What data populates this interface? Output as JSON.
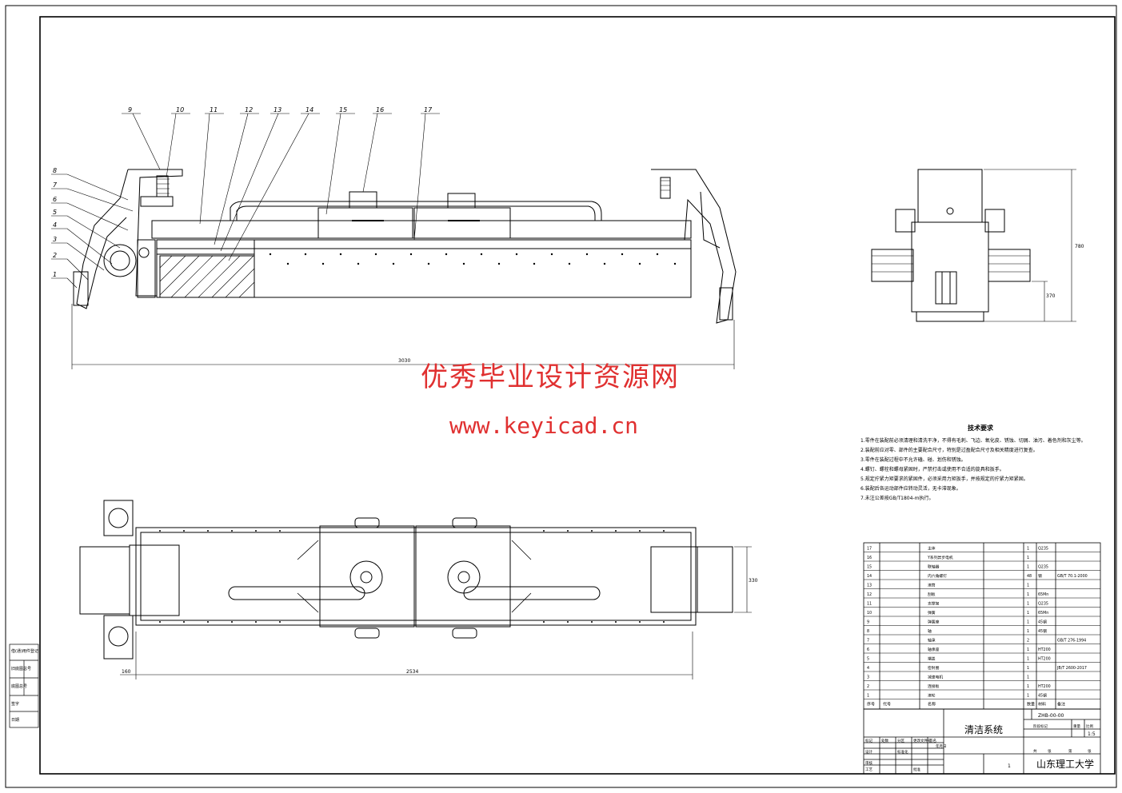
{
  "watermark": {
    "title": "优秀毕业设计资源网",
    "url": "www.keyicad.cn"
  },
  "tech_requirements": {
    "title": "技术要求",
    "lines": [
      "1.零件在装配前必须清理和清洗干净，不得有毛刺、飞边、氧化皮、锈蚀、切屑、油污、着色剂和灰尘等。",
      "2.装配前应对零、部件的主要配合尺寸，特别是过盈配合尺寸及相关精度进行复查。",
      "3.零件在装配过程中不允许磕、碰、划伤和锈蚀。",
      "4.螺钉、螺栓和螺母紧固时，严禁打击或使用不合适的旋具和扳手。",
      "5.规定拧紧力矩要求的紧固件，必须采用力矩扳手，并按规定的拧紧力矩紧固。",
      "6.装配后各运动部件应转动灵活，无卡滞现象。",
      "7.未注公差按GB/T1804-m执行。"
    ]
  },
  "balloons": [
    "9",
    "10",
    "11",
    "12",
    "13",
    "14",
    "15",
    "16",
    "17"
  ],
  "balloons_left": [
    "8",
    "7",
    "6",
    "5",
    "4",
    "3",
    "2",
    "1"
  ],
  "dimensions": {
    "overall_width_top": "3030",
    "overall_width_bottom": "2534",
    "left_offset_bottom": "160",
    "height_right": "780",
    "right_sub": "370",
    "plan_right": "330"
  },
  "bom": {
    "rows": [
      {
        "no": "17",
        "name": "主体",
        "code": "",
        "qty": "1",
        "mat": "Q235",
        "note": ""
      },
      {
        "no": "16",
        "name": "Y系列异步电机",
        "code": "",
        "qty": "1",
        "mat": "",
        "note": ""
      },
      {
        "no": "15",
        "name": "联轴器",
        "code": "",
        "qty": "1",
        "mat": "Q235",
        "note": ""
      },
      {
        "no": "14",
        "name": "内六角螺钉",
        "code": "",
        "qty": "48",
        "mat": "钢",
        "note": "GB/T 70.1-2000"
      },
      {
        "no": "13",
        "name": "滚筒",
        "code": "",
        "qty": "1",
        "mat": "",
        "note": ""
      },
      {
        "no": "12",
        "name": "刮板",
        "code": "",
        "qty": "1",
        "mat": "65Mn",
        "note": ""
      },
      {
        "no": "11",
        "name": "支撑架",
        "code": "",
        "qty": "1",
        "mat": "Q235",
        "note": ""
      },
      {
        "no": "10",
        "name": "弹簧",
        "code": "",
        "qty": "1",
        "mat": "65Mn",
        "note": ""
      },
      {
        "no": "9",
        "name": "弹簧座",
        "code": "",
        "qty": "1",
        "mat": "45钢",
        "note": ""
      },
      {
        "no": "8",
        "name": "轴",
        "code": "",
        "qty": "1",
        "mat": "45钢",
        "note": ""
      },
      {
        "no": "7",
        "name": "轴承",
        "code": "",
        "qty": "2",
        "mat": "",
        "note": "GB/T 276-1994"
      },
      {
        "no": "6",
        "name": "轴承座",
        "code": "",
        "qty": "1",
        "mat": "HT200",
        "note": ""
      },
      {
        "no": "5",
        "name": "端盖",
        "code": "",
        "qty": "1",
        "mat": "HT200",
        "note": ""
      },
      {
        "no": "4",
        "name": "密封圈",
        "code": "",
        "qty": "1",
        "mat": "",
        "note": "JB/T 2600-2017"
      },
      {
        "no": "3",
        "name": "减速电机",
        "code": "",
        "qty": "1",
        "mat": "",
        "note": ""
      },
      {
        "no": "2",
        "name": "连接板",
        "code": "",
        "qty": "1",
        "mat": "HT200",
        "note": ""
      },
      {
        "no": "1",
        "name": "滚轮",
        "code": "",
        "qty": "1",
        "mat": "45钢",
        "note": ""
      }
    ],
    "header": {
      "no": "序号",
      "code": "代号",
      "name": "名称",
      "qty": "数量",
      "mat": "材料",
      "note": "备注"
    }
  },
  "title_block": {
    "drawing_name": "清洁系统",
    "drawing_no": "ZHB-00-00",
    "scale": "1:5",
    "university": "山东理工大学",
    "qty": "1",
    "cells": [
      "标记",
      "处数",
      "分区",
      "更改文件号",
      "签名",
      "年月日",
      "设计",
      "审核",
      "工艺",
      "标准化",
      "批准",
      "阶段标记",
      "重量",
      "比例",
      "共",
      "张",
      "第",
      "张"
    ]
  },
  "side_strip": [
    "借(通)用件登记",
    "旧底图总号",
    "底图总号",
    "签字",
    "日期"
  ]
}
